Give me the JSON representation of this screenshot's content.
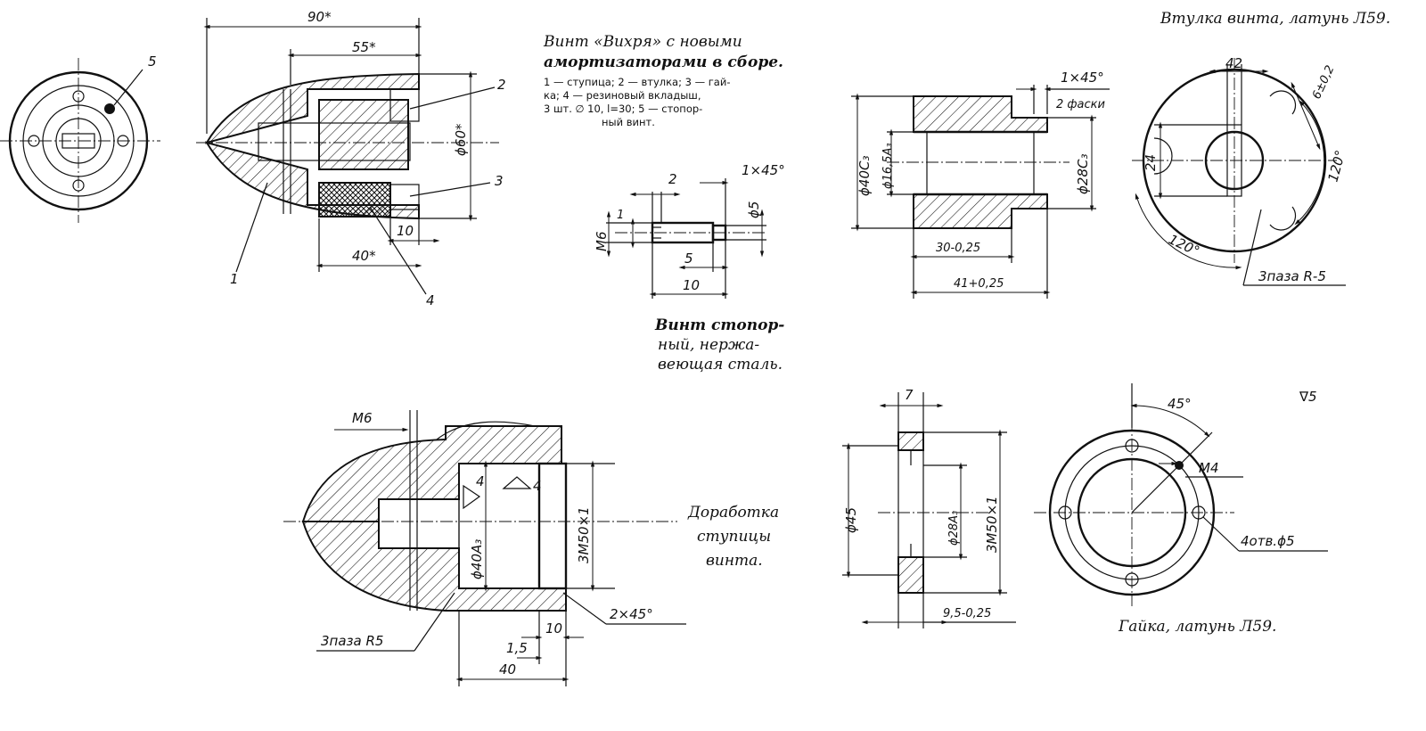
{
  "assembly": {
    "title_line1": "Винт «Вихря» с новыми",
    "title_line2": "амортизаторами в сборе.",
    "legend_line1": "1 — ступица; 2 — втулка; 3 — гай-",
    "legend_line2": "ка; 4 — резиновый вкладыш,",
    "legend_line3": "3 шт. ∅ 10, l=30; 5 — стопор-",
    "legend_line4": "ный винт.",
    "dim_90": "90*",
    "dim_55": "55*",
    "dim_phi60": "ϕ60*",
    "dim_40": "40*",
    "dim_10": "10",
    "callout_1": "1",
    "callout_2": "2",
    "callout_3": "3",
    "callout_4": "4",
    "callout_5": "5"
  },
  "set_screw": {
    "caption_line1": "Винт стопор-",
    "caption_line2": "ный, нержа-",
    "caption_line3": "веющая сталь.",
    "dim_2": "2",
    "dim_chamfer": "1×45°",
    "dim_m6": "M6",
    "dim_1": "1",
    "dim_phi5": "ϕ5",
    "dim_5": "5",
    "dim_10": "10"
  },
  "bushing": {
    "caption": "Втулка винта, латунь Л59.",
    "dim_chamfer": "1×45°",
    "dim_2faski": "2 фаски",
    "dim_phi40": "ϕ40C₃",
    "dim_phi165": "ϕ16,5A₃",
    "dim_phi28": "ϕ28C₃",
    "dim_30": "30-0,25",
    "dim_41": "41+0,25",
    "dim_42": "42",
    "dim_6": "6±0,2",
    "dim_24": "24",
    "dim_120a": "120°",
    "dim_120b": "120°",
    "dim_3paza": "3паза R-5"
  },
  "hub": {
    "caption_line1": "Доработка",
    "caption_line2": "ступицы",
    "caption_line3": "винта.",
    "dim_m6": "M6",
    "dim_tri4a": "4",
    "dim_tri4b": "4",
    "dim_phi40": "ϕ40A₃",
    "dim_3m50": "3M50×1",
    "dim_chamfer": "2×45°",
    "dim_10": "10",
    "dim_15": "1,5",
    "dim_40": "40",
    "dim_3paza": "3паза R5"
  },
  "nut": {
    "caption": "Гайка, латунь Л59.",
    "dim_7": "7",
    "dim_phi45": "ϕ45",
    "dim_phi28": "ϕ28A₃",
    "dim_3m50": "3M50×1",
    "dim_95": "9,5-0,25",
    "dim_45deg": "45°",
    "dim_m4": "M4",
    "dim_4otv": "4отв.ϕ5",
    "surface_mark": "∇5"
  }
}
